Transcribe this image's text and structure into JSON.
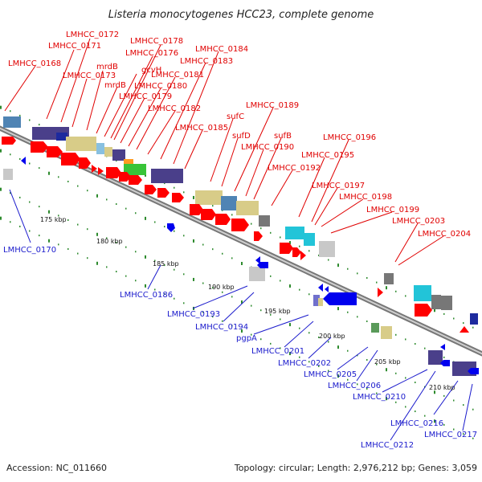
{
  "title": "Listeria monocytogenes HCC23, complete genome",
  "footer": {
    "accession": "Accession: NC_011660",
    "topology": "Topology: circular; Length: 2,976,212 bp; Genes: 3,059"
  },
  "ticks": [
    "175 kbp",
    "180 kbp",
    "185 kbp",
    "190 kbp",
    "195 kbp",
    "200 kbp",
    "205 kbp",
    "210 kbp"
  ],
  "forward_labels": [
    "LMHCC_0168",
    "LMHCC_0171",
    "LMHCC_0172",
    "LMHCC_0173",
    "mrdB",
    "mrdB",
    "gcvH",
    "LMHCC_0176",
    "LMHCC_0178",
    "LMHCC_0179",
    "LMHCC_0180",
    "LMHCC_0181",
    "LMHCC_0182",
    "LMHCC_0183",
    "LMHCC_0184",
    "LMHCC_0185",
    "sufC",
    "sufD",
    "LMHCC_0189",
    "LMHCC_0190",
    "sufB",
    "LMHCC_0192",
    "LMHCC_0195",
    "LMHCC_0196",
    "LMHCC_0197",
    "LMHCC_0198",
    "LMHCC_0199",
    "LMHCC_0203",
    "LMHCC_0204"
  ],
  "reverse_labels": [
    "LMHCC_0170",
    "LMHCC_0186",
    "LMHCC_0193",
    "LMHCC_0194",
    "pgpA",
    "LMHCC_0201",
    "LMHCC_0202",
    "LMHCC_0205",
    "LMHCC_0206",
    "LMHCC_0210",
    "LMHCC_0216",
    "LMHCC_0212",
    "LMHCC_0217"
  ],
  "colors": {
    "forward": "#ff0000",
    "reverse": "#0000ee",
    "backbone": "#999999",
    "tick_mark": "#2e8b2e"
  }
}
